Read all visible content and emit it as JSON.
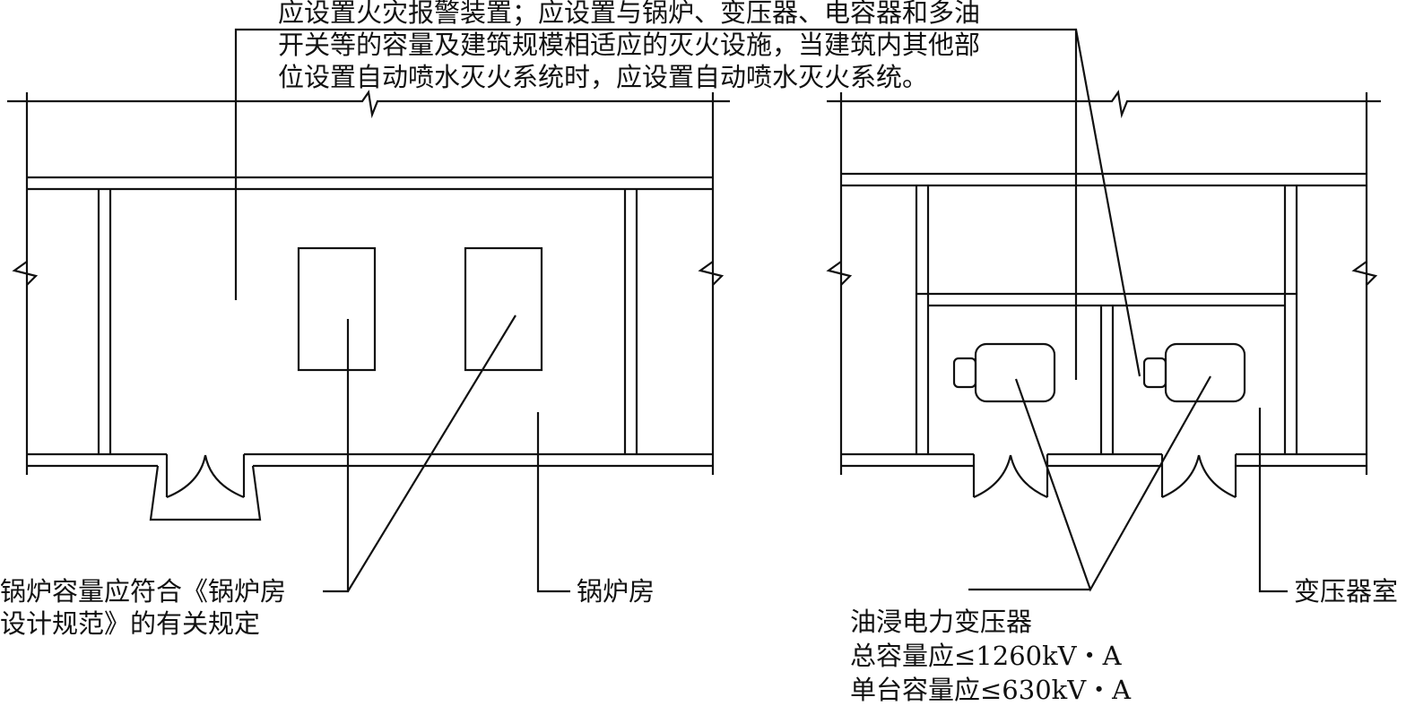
{
  "annotations": {
    "fire_requirement": {
      "line1": "应设置火灾报警装置；应设置与锅炉、变压器、电容器和多油",
      "line2": "开关等的容量及建筑规模相适应的灭火设施，当建筑内其他部",
      "line3": "位设置自动喷水灭火系统时，应设置自动喷水灭火系统。"
    },
    "boiler_capacity": {
      "line1": "锅炉容量应符合《锅炉房",
      "line2": "设计规范》的有关规定"
    },
    "boiler_room": "锅炉房",
    "transformer": {
      "line1": "油浸电力变压器",
      "line2": "总容量应≤1260kV・A",
      "line3": "单台容量应≤630kV・A"
    },
    "transformer_room": "变压器室"
  },
  "colors": {
    "line": "#111111",
    "background": "#ffffff"
  }
}
